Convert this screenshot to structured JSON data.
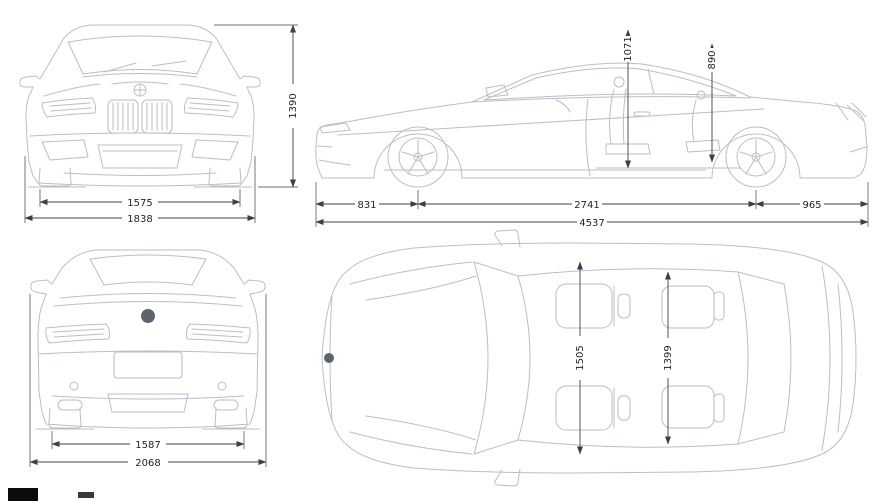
{
  "palette": {
    "car_line": "#b9bfc6",
    "dimension_line": "#3d4043",
    "label_text": "#1e2124",
    "background": "#ffffff"
  },
  "front_view": {
    "track_width": "1575",
    "overall_width": "1838",
    "overall_height": "1390"
  },
  "side_view": {
    "front_overhang": "831",
    "wheelbase": "2741",
    "rear_overhang": "965",
    "overall_length": "4537",
    "front_headroom": "1071",
    "rear_headroom": "890"
  },
  "rear_view": {
    "track_width": "1587",
    "overall_width_mirrors": "2068"
  },
  "top_view": {
    "front_interior_width": "1505",
    "rear_interior_width": "1399"
  }
}
